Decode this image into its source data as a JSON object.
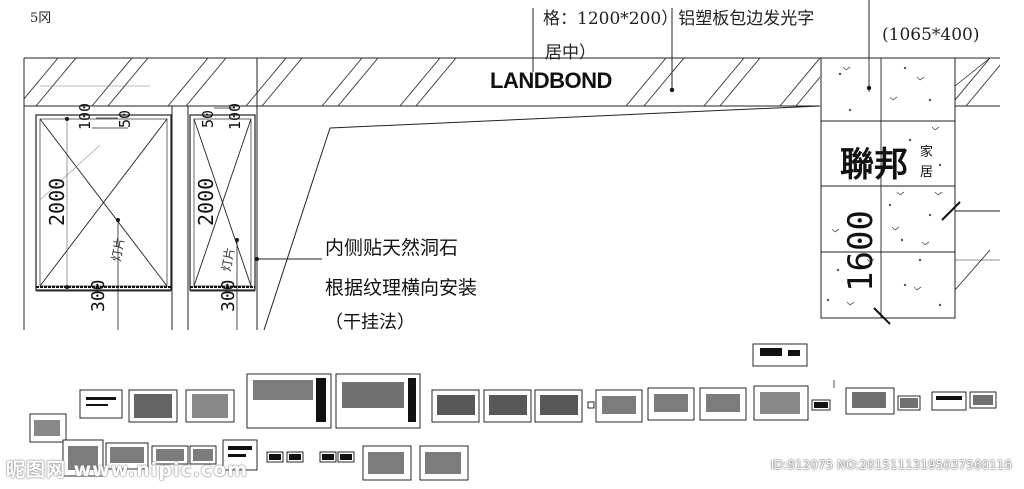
{
  "drawing": {
    "note_top_left_fragment": "5冈",
    "note_top_mid": "格：1200*200）铝塑板包边发光字",
    "note_top_mid_line2": "居中）",
    "note_top_right": "(1065*400)",
    "brand_logo_text": "LANDBOND",
    "cn_logo_text": "聯邦",
    "cn_logo_small_1": "家",
    "cn_logo_small_2": "居",
    "dimensions": {
      "d100_left": "100",
      "d50_left": "50",
      "d2000_left": "2000",
      "d300_left": "300",
      "d50_right": "50",
      "d100_right": "100",
      "d2000_right": "2000",
      "d300_right": "300",
      "d1600": "1600"
    },
    "lamp_label": "灯片",
    "callout_line1": "内侧贴天然洞石",
    "callout_line2": "根据纹理横向安装",
    "callout_line3": "（干挂法）"
  },
  "watermark": {
    "site": "昵图网 www.nipic.com",
    "id_text": "ID:812075 NO:20151113195037560116"
  }
}
